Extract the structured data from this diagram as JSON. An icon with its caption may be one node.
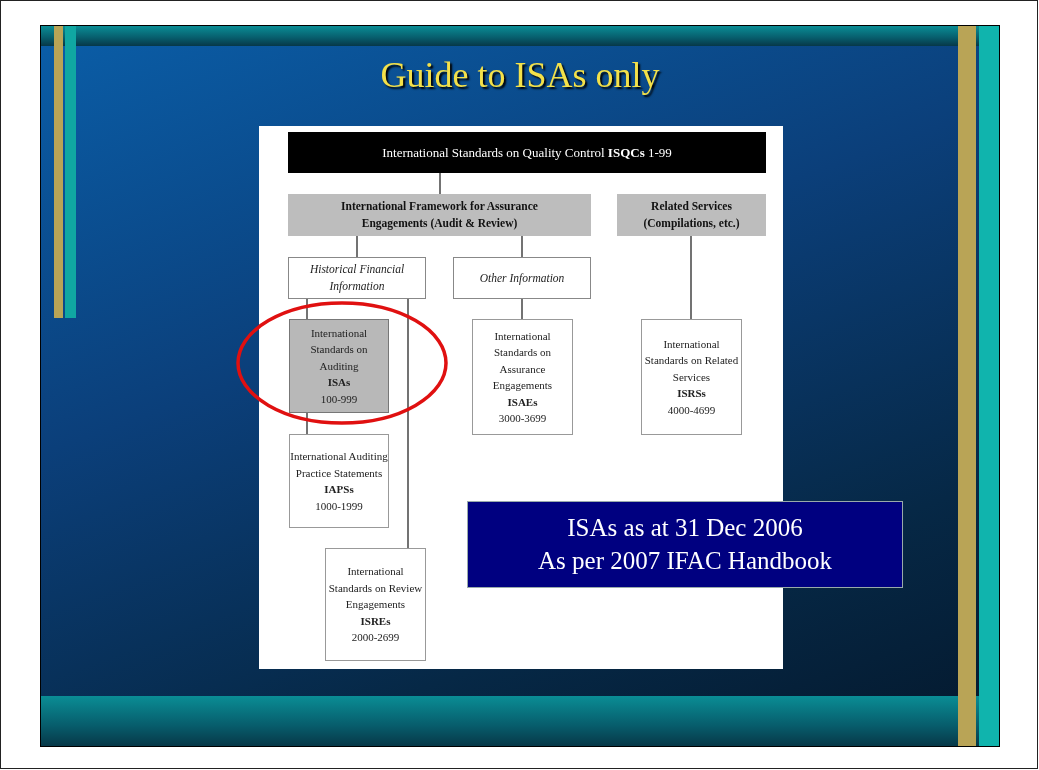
{
  "diagram": {
    "title": "Guide to ISAs only",
    "nodes": [
      {
        "text": [
          "International Standards on Quality Control **ISQCs** 1-99"
        ]
      },
      {
        "text": [
          "International Framework for Assurance Engagements (Audit & Review)"
        ]
      },
      {
        "text": [
          "Related Services (Compilations, etc.)"
        ]
      },
      {
        "text": [
          "Historical Financial Information"
        ]
      },
      {
        "text": [
          "Other Information"
        ]
      },
      {
        "text": [
          "International Standards on Auditing",
          "ISAs",
          "100-999"
        ]
      },
      {
        "text": [
          "International Standards on Assurance Engagements",
          "ISAEs",
          "3000-3699"
        ]
      },
      {
        "text": [
          "International Standards on Related Services",
          "ISRSs",
          "4000-4699"
        ]
      },
      {
        "text": [
          "International Auditing Practice Statements",
          "IAPSs",
          "1000-1999"
        ]
      },
      {
        "text": [
          "International Standards on Review Engagements",
          "ISREs",
          "2000-2699"
        ]
      },
      {
        "text": [
          "ISAs as at 31 Dec 2006",
          "As per 2007 IFAC Handbook"
        ]
      }
    ],
    "edges": [
      {
        "from": 0,
        "to": 1,
        "arrow": "none"
      },
      {
        "from": 1,
        "to": 3,
        "arrow": "none"
      },
      {
        "from": 1,
        "to": 4,
        "arrow": "none"
      },
      {
        "from": 2,
        "to": 7,
        "arrow": "none"
      },
      {
        "from": 3,
        "to": 5,
        "arrow": "none"
      },
      {
        "from": 5,
        "to": 8,
        "arrow": "none"
      },
      {
        "from": 3,
        "to": 9,
        "arrow": "none"
      },
      {
        "from": 4,
        "to": 6,
        "arrow": "none"
      }
    ]
  }
}
